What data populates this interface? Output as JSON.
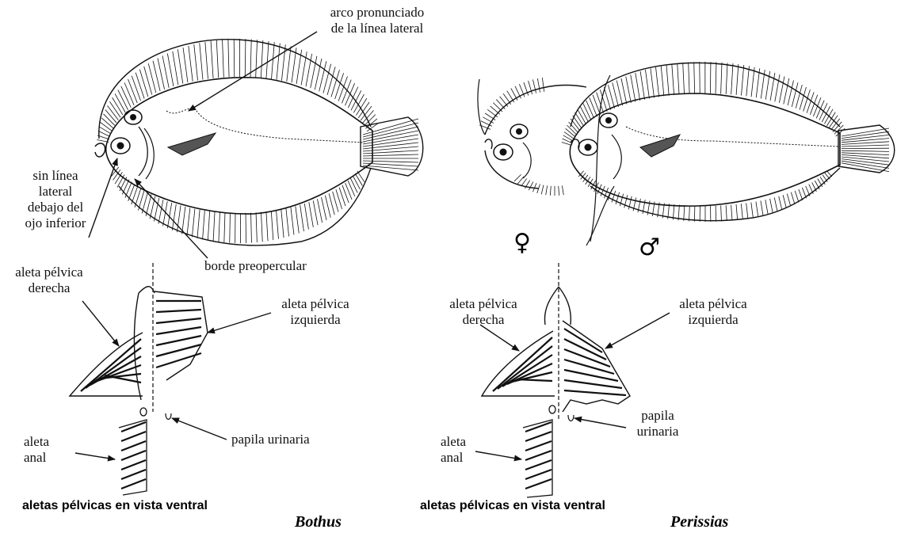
{
  "labels": {
    "lateral_arc": [
      "arco pronunciado",
      "de la línea lateral"
    ],
    "no_lateral_line": [
      "sin línea",
      "lateral",
      "debajo del",
      "ojo inferior"
    ],
    "preopercular": "borde preopercular",
    "bothus_right_pelvic": [
      "aleta pélvica",
      "derecha"
    ],
    "bothus_left_pelvic": [
      "aleta pélvica",
      "izquierda"
    ],
    "bothus_anal": [
      "aleta",
      "anal"
    ],
    "bothus_urinary": "papila urinaria",
    "perissias_right_pelvic": [
      "aleta pélvica",
      "derecha"
    ],
    "perissias_left_pelvic": [
      "aleta pélvica",
      "izquierda"
    ],
    "perissias_urinary": [
      "papila",
      "urinaria"
    ],
    "perissias_anal": [
      "aleta",
      "anal"
    ]
  },
  "sex_symbols": {
    "female": "♀",
    "male": "♂"
  },
  "captions": {
    "bothus_ventral": "aletas pélvicas en vista ventral",
    "perissias_ventral": "aletas pélvicas en vista ventral"
  },
  "genera": {
    "bothus": "Bothus",
    "perissias": "Perissias"
  }
}
